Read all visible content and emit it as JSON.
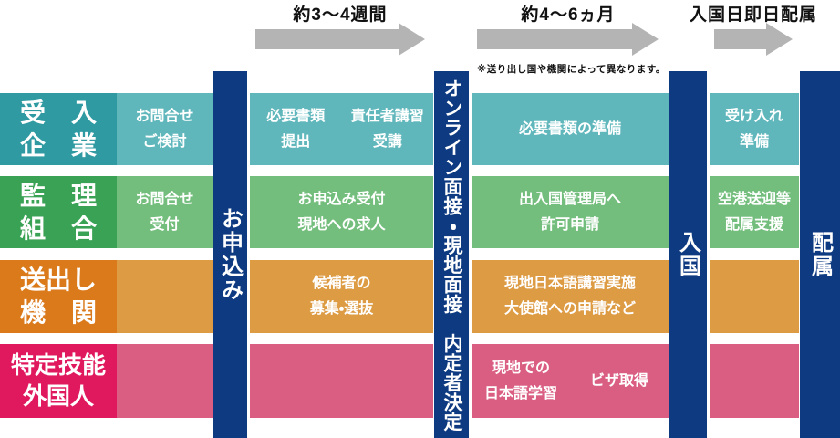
{
  "timeline": {
    "phase1_label": "約3〜4週間",
    "phase2_label": "約4〜6ヵ月",
    "phase3_label": "入国日即日配属",
    "note": "※送り出し国や機関によって異なります。"
  },
  "milestones": {
    "apply": "お申込み",
    "interview": "オンライン面接・現地面接　内定者決定",
    "entry": "入国",
    "assign": "配属"
  },
  "lanes": [
    {
      "id": "receiving-company",
      "title": [
        "受　入",
        "企　業"
      ],
      "header_color": "#2f9aa2",
      "cell_color": "#5fb7bc",
      "steps": {
        "inquiry": [
          "お問合せ",
          "ご検討"
        ],
        "docs_submit": [
          "必要書類",
          "提出"
        ],
        "training": [
          "責任者講習",
          "受講"
        ],
        "docs_prepare": [
          "必要書類の準備"
        ],
        "accept_prepare": [
          "受け入れ",
          "準備"
        ]
      }
    },
    {
      "id": "supervising-union",
      "title": [
        "監　理",
        "組　合"
      ],
      "header_color": "#3aa254",
      "cell_color": "#74be7d",
      "steps": {
        "inquiry_reception": [
          "お問合せ",
          "受付"
        ],
        "application_reception": [
          "お申込み受付",
          "現地への求人"
        ],
        "immigration_apply": [
          "出入国管理局へ",
          "許可申請"
        ],
        "airport_support": [
          "空港送迎等",
          "配属支援"
        ]
      }
    },
    {
      "id": "sending-organization",
      "title": [
        "送出し",
        "機　関"
      ],
      "header_color": "#da7a1b",
      "cell_color": "#dd9b44",
      "steps": {
        "recruit": [
          "候補者の",
          "募集・選抜"
        ],
        "local_training": [
          "現地日本語講習実施",
          "大使館への申請など"
        ]
      }
    },
    {
      "id": "skilled-foreign-worker",
      "title": [
        "特定技能",
        "外国人"
      ],
      "header_color": "#e0195e",
      "cell_color": "#da5e82",
      "steps": {
        "local_study": [
          "現地での",
          "日本語学習"
        ],
        "visa": [
          "ビザ取得"
        ]
      }
    }
  ],
  "colors": {
    "milestone_bar": "#0d3a80",
    "arrow": "#b4b4b4",
    "text_on_color": "#ffffff",
    "heading_text": "#111111"
  }
}
